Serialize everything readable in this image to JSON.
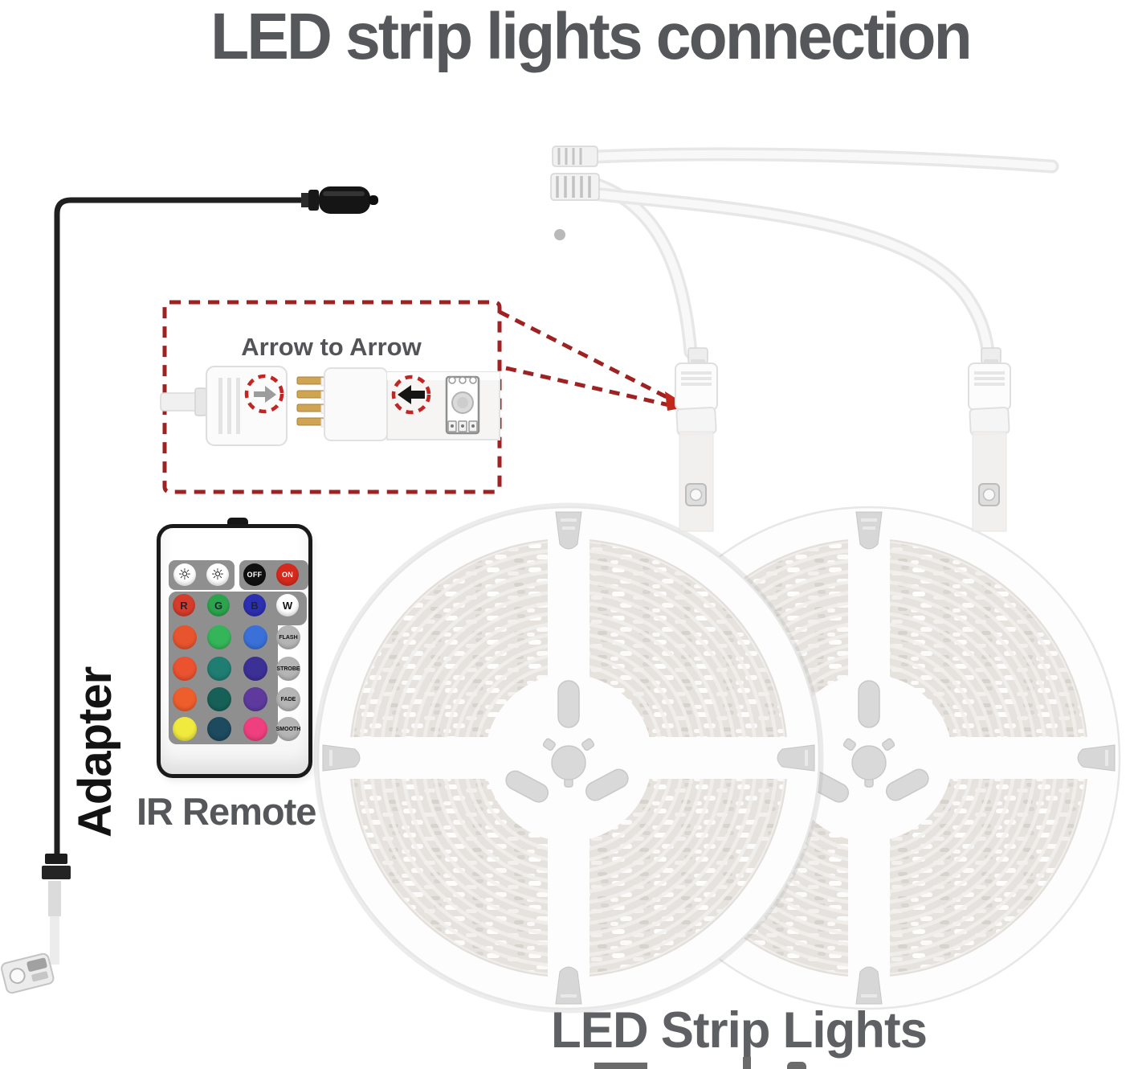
{
  "title": "LED strip lights connection",
  "callout": {
    "label": "Arrow to Arrow"
  },
  "labels": {
    "adapter": "Adapter",
    "ir_remote": "IR Remote",
    "led_strips": "LED Strip Lights"
  },
  "remote": {
    "brightness_down_icon": "☼",
    "brightness_up_icon": "☼",
    "off_label": "OFF",
    "on_label": "ON",
    "off_color": "#101010",
    "on_color": "#d62a1e",
    "panel_color": "#8f8f8f",
    "mode_button_color": "#b5b5b5",
    "rgbw_buttons": [
      {
        "label": "R",
        "color": "#d63c2b"
      },
      {
        "label": "G",
        "color": "#2ca44e"
      },
      {
        "label": "B",
        "color": "#2c2fb0"
      },
      {
        "label": "W",
        "color": "#ffffff"
      }
    ],
    "mode_buttons": [
      "FLASH",
      "STROBE",
      "FADE",
      "SMOOTH"
    ],
    "color_buttons": [
      [
        "#e8542e",
        "#35b55a",
        "#3a70d8"
      ],
      [
        "#ea5230",
        "#1f7d72",
        "#3c2f96"
      ],
      [
        "#ee5e2c",
        "#176058",
        "#5e3a9e"
      ],
      [
        "#f0ea3e",
        "#1d4a5e",
        "#ee3f7e"
      ]
    ]
  },
  "colors": {
    "title_text": "#55575a",
    "strips_label_text": "#5e6063",
    "adapter_text": "#131313",
    "dashed_callout_red": "#9e2222",
    "pointer_arrow_red": "#c2271b",
    "remote_border": "#1a1a1a",
    "pin_gold": "#cfa452"
  }
}
